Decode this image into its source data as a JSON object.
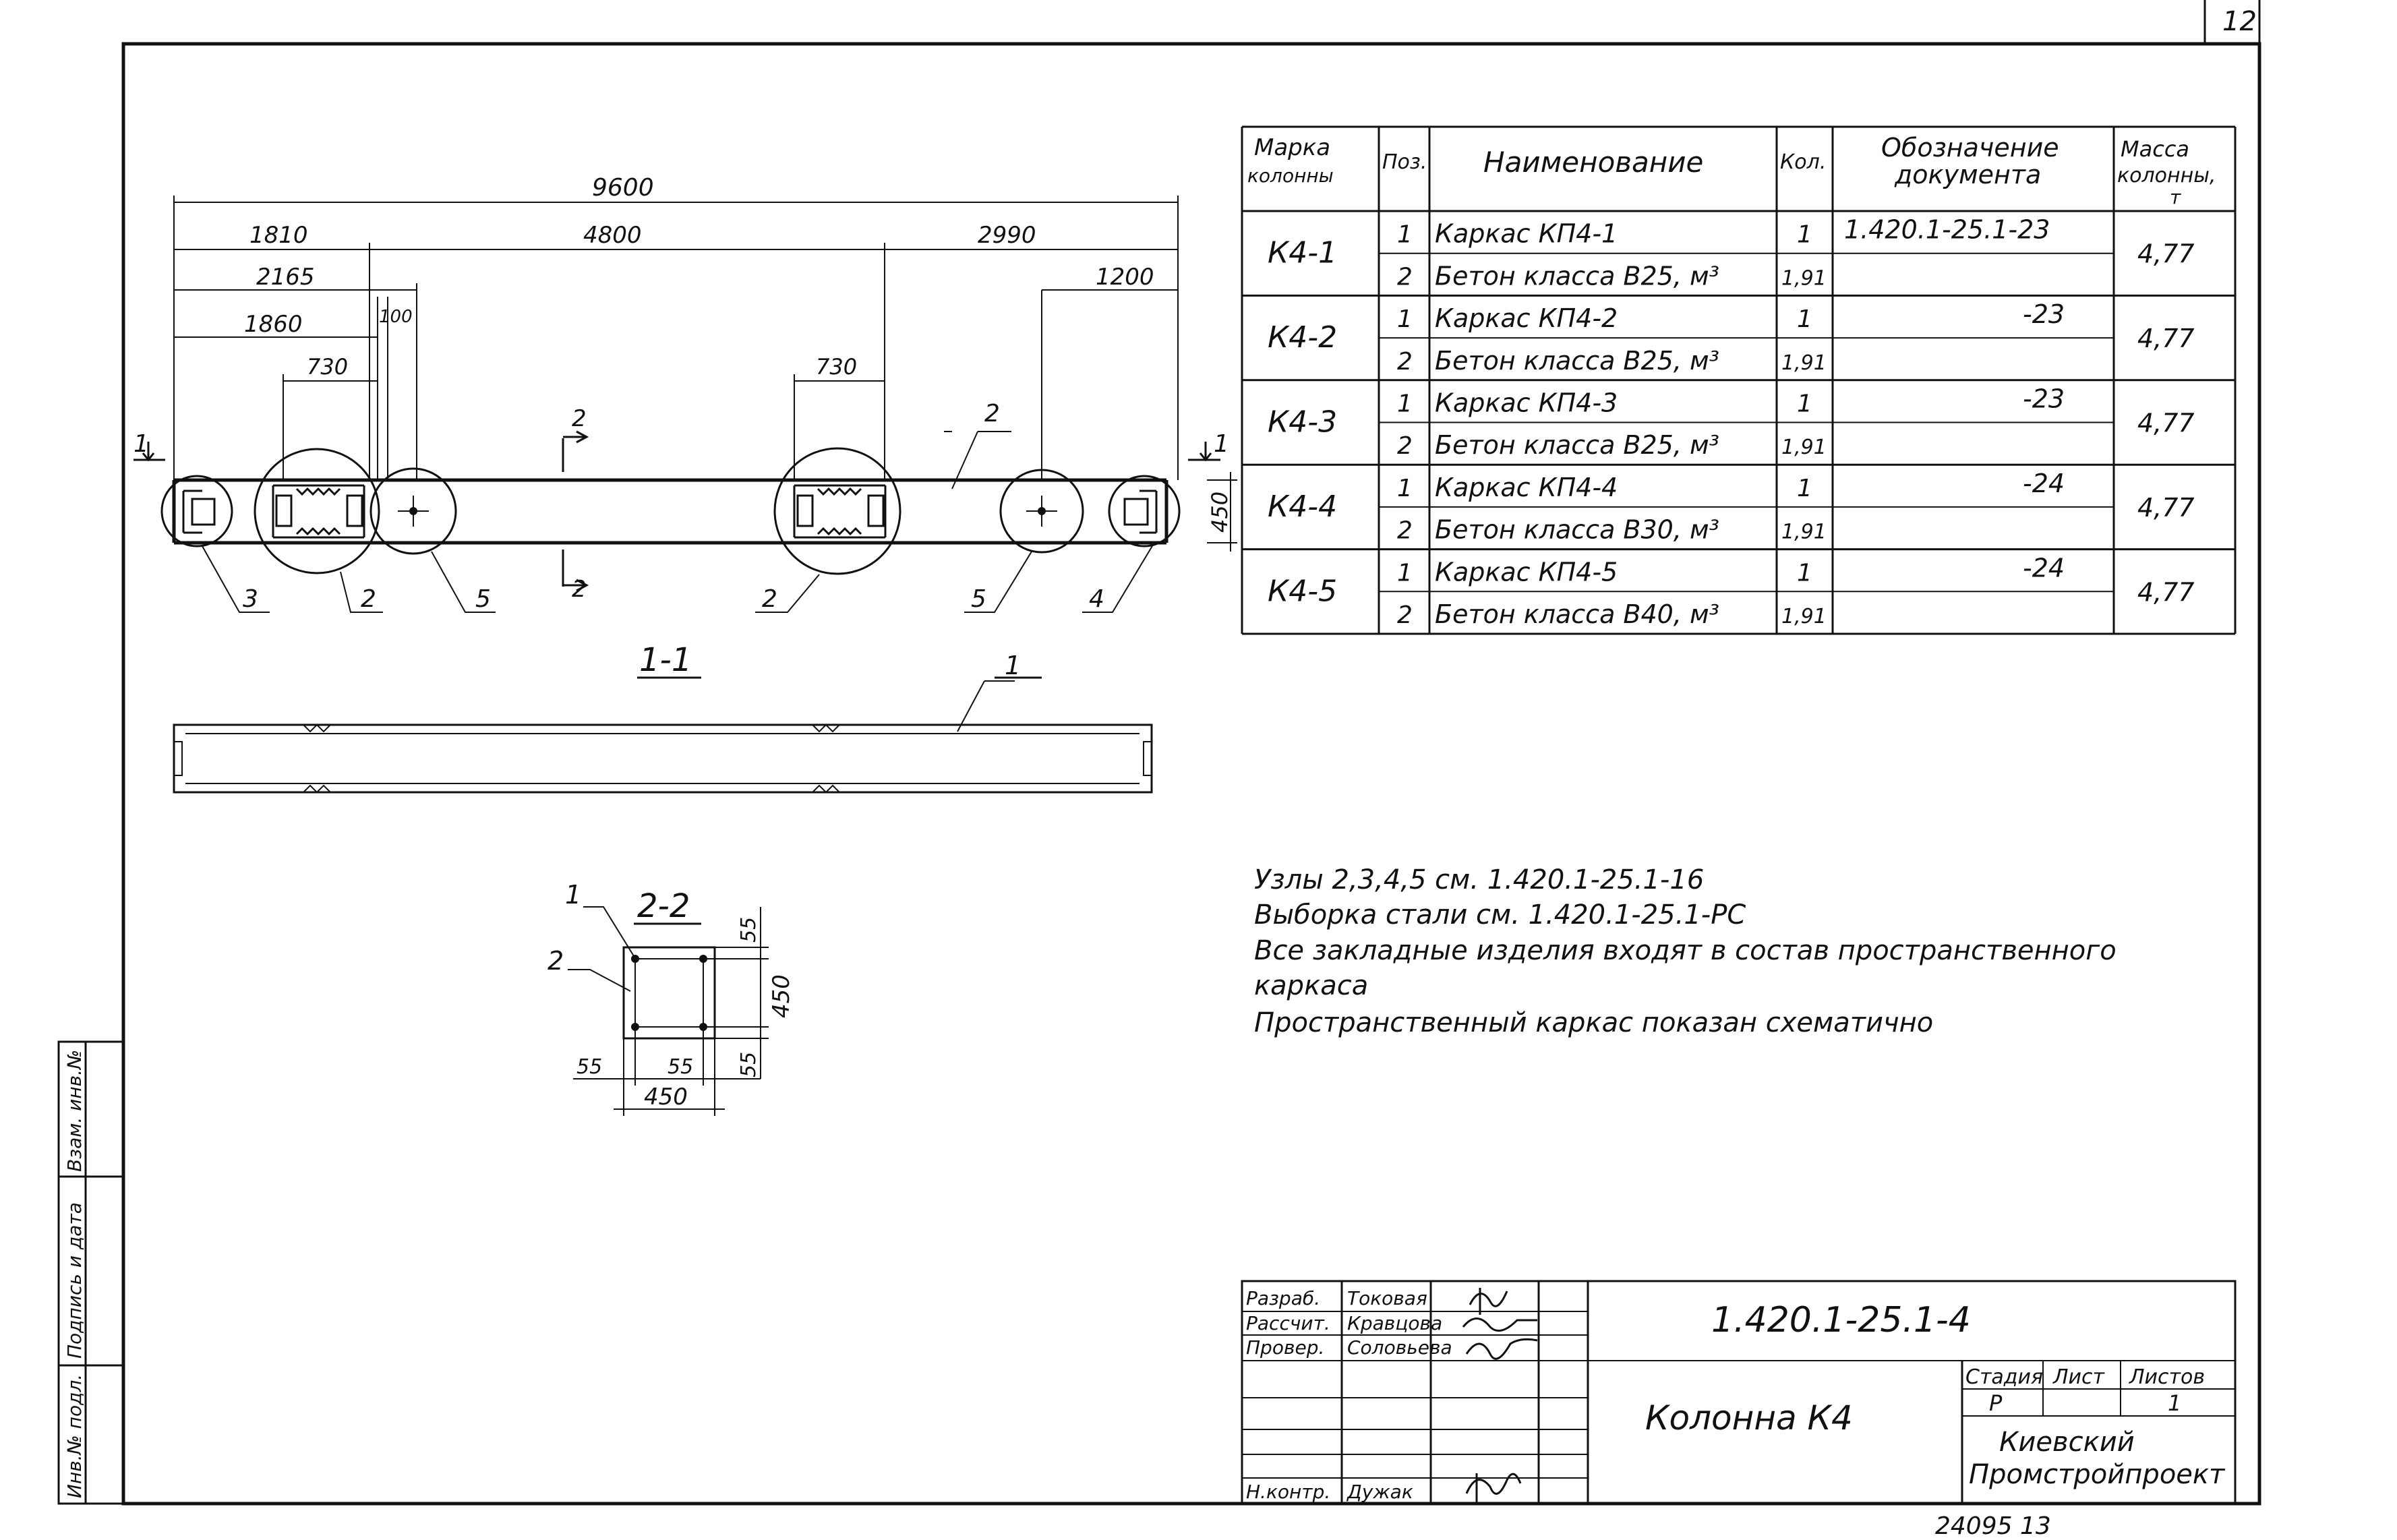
{
  "sheet_number": "12",
  "archive_number": "24095 13",
  "side_stamp": [
    "Инв.№ подл.",
    "Подпись и дата",
    "Взам. инв.№"
  ],
  "elevation": {
    "dims": {
      "total": "9600",
      "left": "1810",
      "middle": "4800",
      "right": "2990",
      "d2165": "2165",
      "d1200": "1200",
      "d1860": "1860",
      "d100": "100",
      "d730a": "730",
      "d730b": "730",
      "d450": "450"
    },
    "section_marks": {
      "s1": "1",
      "s2": "2"
    },
    "positions": {
      "p2top": "2",
      "p3": "3",
      "p2a": "2",
      "p5a": "5",
      "p2b": "2",
      "p5b": "5",
      "p4": "4"
    }
  },
  "section11": {
    "title": "1-1",
    "pos": "1"
  },
  "section22": {
    "title": "2-2",
    "pos1": "1",
    "pos2": "2",
    "dims": {
      "d55a": "55",
      "d450v": "450",
      "d55b": "55",
      "d55c": "55",
      "d55d": "55",
      "d450h": "450"
    }
  },
  "spec_table": {
    "headers": {
      "mark": [
        "Марка",
        "колонны"
      ],
      "pos": "Поз.",
      "name": "Наименование",
      "qty": "Кол.",
      "doc": [
        "Обозначение",
        "документа"
      ],
      "mass": [
        "Масса",
        "колонны,",
        "т"
      ]
    },
    "rows": [
      {
        "mark": "К4-1",
        "mass": "4,77",
        "items": [
          {
            "pos": "1",
            "name": "Каркас КП4-1",
            "qty": "1",
            "doc": "1.420.1-25.1-23"
          },
          {
            "pos": "2",
            "name": "Бетон класса В25, м³",
            "qty": "1,91",
            "doc": ""
          }
        ]
      },
      {
        "mark": "К4-2",
        "mass": "4,77",
        "items": [
          {
            "pos": "1",
            "name": "Каркас КП4-2",
            "qty": "1",
            "doc": "-23"
          },
          {
            "pos": "2",
            "name": "Бетон класса В25, м³",
            "qty": "1,91",
            "doc": ""
          }
        ]
      },
      {
        "mark": "К4-3",
        "mass": "4,77",
        "items": [
          {
            "pos": "1",
            "name": "Каркас КП4-3",
            "qty": "1",
            "doc": "-23"
          },
          {
            "pos": "2",
            "name": "Бетон класса В25, м³",
            "qty": "1,91",
            "doc": ""
          }
        ]
      },
      {
        "mark": "К4-4",
        "mass": "4,77",
        "items": [
          {
            "pos": "1",
            "name": "Каркас КП4-4",
            "qty": "1",
            "doc": "-24"
          },
          {
            "pos": "2",
            "name": "Бетон класса В30, м³",
            "qty": "1,91",
            "doc": ""
          }
        ]
      },
      {
        "mark": "К4-5",
        "mass": "4,77",
        "items": [
          {
            "pos": "1",
            "name": "Каркас КП4-5",
            "qty": "1",
            "doc": "-24"
          },
          {
            "pos": "2",
            "name": "Бетон класса В40, м³",
            "qty": "1,91",
            "doc": ""
          }
        ]
      }
    ]
  },
  "notes": [
    "Узлы 2,3,4,5  см. 1.420.1-25.1-16",
    "Выборка стали см. 1.420.1-25.1-PC",
    "Все закладные изделия входят в состав пространственного",
    "каркаса",
    "Пространственный каркас показан схематично"
  ],
  "title_block": {
    "code": "1.420.1-25.1-4",
    "title": "Колонна К4",
    "roles": [
      {
        "role": "Разраб.",
        "name": "Токовая"
      },
      {
        "role": "Рассчит.",
        "name": "Кравцова"
      },
      {
        "role": "Провер.",
        "name": "Соловьева"
      },
      {
        "role": "",
        "name": ""
      },
      {
        "role": "",
        "name": ""
      },
      {
        "role": "",
        "name": ""
      },
      {
        "role": "Н.контр.",
        "name": "Дужак"
      }
    ],
    "stage_label": "Стадия",
    "sheet_label": "Лист",
    "sheets_label": "Листов",
    "stage": "Р",
    "sheet": "",
    "sheets": "1",
    "org_line1": "Киевский",
    "org_line2": "Промстройпроект"
  }
}
